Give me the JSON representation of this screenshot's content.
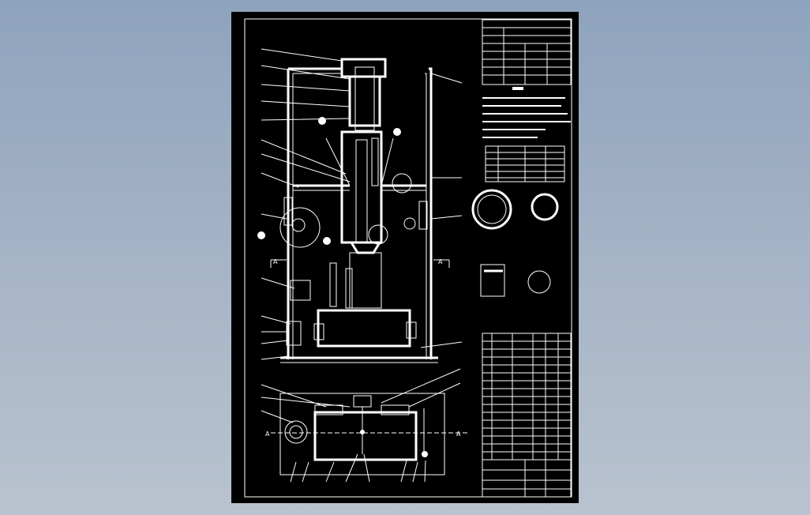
{
  "drawing": {
    "section_markers": {
      "top_left": "A",
      "top_right": "A",
      "plan_left": "A",
      "plan_right": "A"
    },
    "background_color": "#000000",
    "line_color": "#ffffff"
  }
}
